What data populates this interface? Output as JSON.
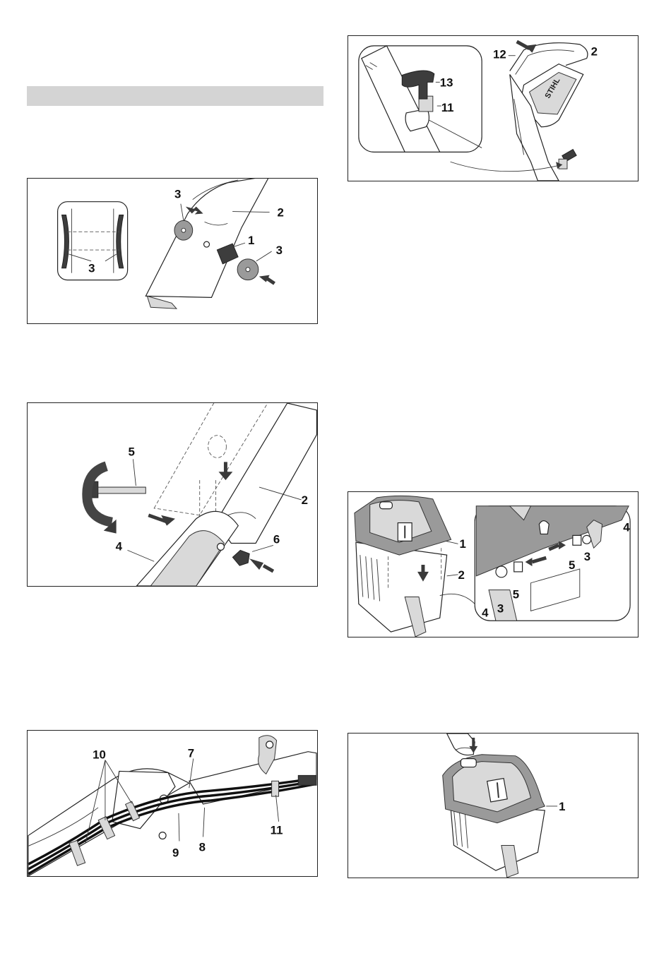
{
  "page": {
    "section_bar": ""
  },
  "figures": {
    "fig1": {
      "labels": [
        "3",
        "2",
        "1",
        "3",
        "3"
      ]
    },
    "fig2": {
      "labels": [
        "5",
        "2",
        "4",
        "6"
      ]
    },
    "fig3": {
      "labels": [
        "10",
        "7",
        "9",
        "8",
        "11"
      ]
    },
    "fig4": {
      "labels": [
        "12",
        "2",
        "13",
        "11"
      ],
      "brand": "STIHL"
    },
    "fig5": {
      "labels": [
        "1",
        "2",
        "4",
        "5",
        "3",
        "5",
        "4",
        "3"
      ]
    },
    "fig6": {
      "labels": [
        "1"
      ]
    }
  }
}
